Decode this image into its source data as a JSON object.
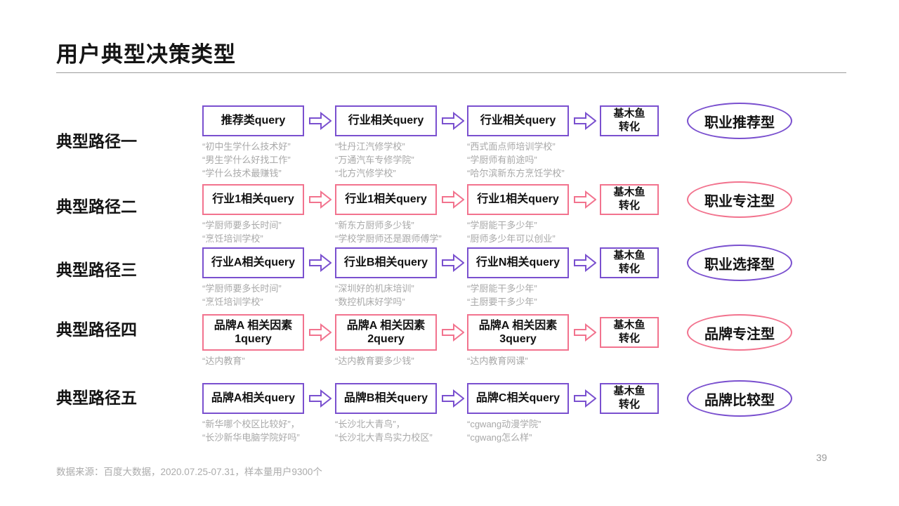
{
  "title": "用户典型决策类型",
  "colors": {
    "purple": "#7a50cf",
    "pink": "#f2738e",
    "quote_gray": "#a8a8a8"
  },
  "conversion_label": "基木鱼\n转化",
  "rows": [
    {
      "label": "典型路径一",
      "theme": "purple",
      "type": "职业推荐型",
      "boxes": [
        {
          "title": "推荐类query",
          "quotes": "“初中生学什么技术好”\n“男生学什么好找工作”\n“学什么技术最赚钱”"
        },
        {
          "title": "行业相关query",
          "quotes": "“牡丹江汽修学校”\n“万通汽车专修学院”\n“北方汽修学校”"
        },
        {
          "title": "行业相关query",
          "quotes": "“西式面点师培训学校”\n“学厨师有前途吗”\n“哈尔滨新东方烹饪学校”"
        }
      ]
    },
    {
      "label": "典型路径二",
      "theme": "pink",
      "type": "职业专注型",
      "boxes": [
        {
          "title": "行业1相关query",
          "quotes": "“学厨师要多长时间”\n“烹饪培训学校”"
        },
        {
          "title": "行业1相关query",
          "quotes": "“新东方厨师多少钱”\n“学校学厨师还是跟师傅学”"
        },
        {
          "title": "行业1相关query",
          "quotes": "“学厨能干多少年”\n“厨师多少年可以创业”"
        }
      ]
    },
    {
      "label": "典型路径三",
      "theme": "purple",
      "type": "职业选择型",
      "boxes": [
        {
          "title": "行业A相关query",
          "quotes": "“学厨师要多长时间”\n“烹饪培训学校”"
        },
        {
          "title": "行业B相关query",
          "quotes": "“深圳好的机床培训”\n“数控机床好学吗”"
        },
        {
          "title": "行业N相关query",
          "quotes": "“学厨能干多少年”\n“主厨要干多少年”"
        }
      ]
    },
    {
      "label": "典型路径四",
      "theme": "pink",
      "type": "品牌专注型",
      "boxes": [
        {
          "title": "品牌A 相关因素\n1query",
          "quotes": "“达内教育”"
        },
        {
          "title": "品牌A 相关因素\n2query",
          "quotes": "“达内教育要多少钱”"
        },
        {
          "title": "品牌A 相关因素\n3query",
          "quotes": "“达内教育网课”"
        }
      ]
    },
    {
      "label": "典型路径五",
      "theme": "purple",
      "type": "品牌比较型",
      "boxes": [
        {
          "title": "品牌A相关query",
          "quotes": "“新华哪个校区比较好”，\n“长沙新华电脑学院好吗”"
        },
        {
          "title": "品牌B相关query",
          "quotes": "“长沙北大青鸟”，\n“长沙北大青鸟实力校区”"
        },
        {
          "title": "品牌C相关query",
          "quotes": "“cgwang动漫学院”\n“cgwang怎么样”"
        }
      ]
    }
  ],
  "footer": {
    "source": "数据来源：百度大数据，2020.07.25-07.31，样本量用户9300个",
    "page_number": "39"
  }
}
